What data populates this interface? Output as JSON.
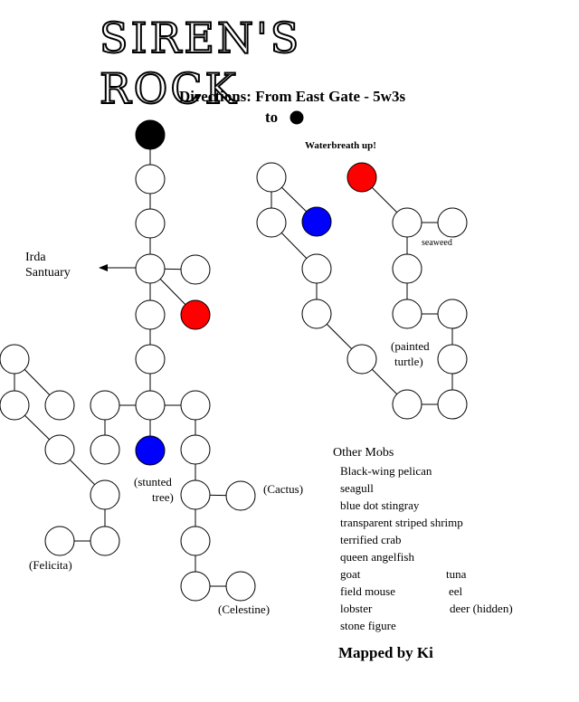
{
  "title": "SIREN'S ROCK",
  "directions": {
    "line1": "Directions: From East Gate - 5w3s",
    "line2": "to"
  },
  "note": "Waterbreath up!",
  "exit": {
    "line1": "Irda",
    "line2": "Santuary"
  },
  "labels": {
    "seaweed": "seaweed",
    "painted_turtle_1": "(painted",
    "painted_turtle_2": "turtle)",
    "stunted_tree_1": "(stunted",
    "stunted_tree_2": "tree)",
    "cactus": "(Cactus)",
    "felicita": "(Felicita)",
    "celestine": "(Celestine)"
  },
  "other_mobs": {
    "heading": "Other Mobs",
    "col1": [
      "Black-wing pelican",
      "seagull",
      "blue dot stingray",
      "transparent striped shrimp",
      "terrified crab",
      "queen angelfish",
      "goat",
      "field mouse",
      "lobster",
      "stone figure"
    ],
    "col2": [
      "tuna",
      "eel",
      "deer (hidden)"
    ]
  },
  "credit": "Mapped by Ki",
  "colors": {
    "start": "#000000",
    "aggressive": "#ff0000",
    "special": "#0000ff",
    "room": "#ffffff"
  }
}
